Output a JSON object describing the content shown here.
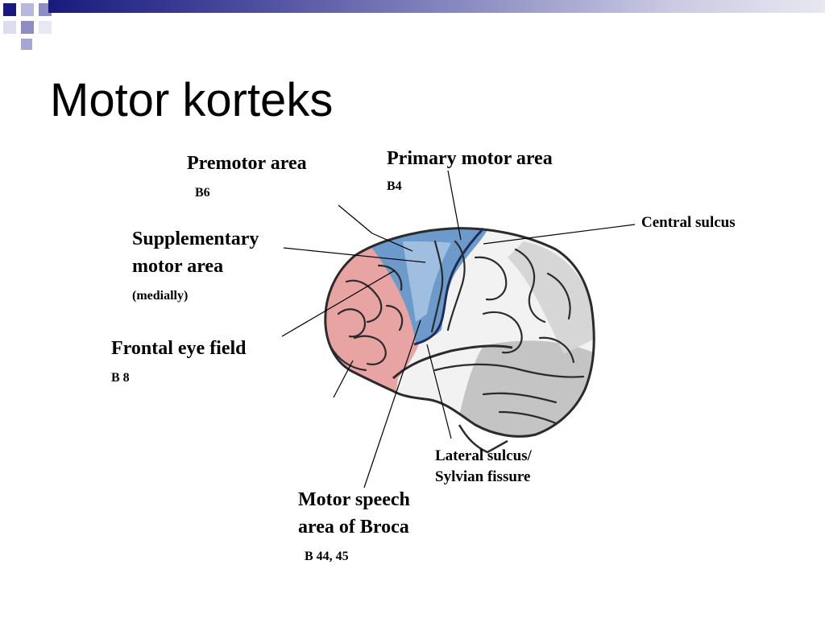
{
  "slide": {
    "title": "Motor korteks",
    "colors": {
      "theme_navy": "#1a1a7e",
      "premotor_area": "#e49a9a",
      "primary_motor_area": "#5c8fc6",
      "brain_gray": "#b9b9b9"
    }
  },
  "labels": {
    "premotor_title": "Premotor area",
    "premotor_code": "B6",
    "primary_title": "Primary motor area",
    "primary_code": "B4",
    "central_sulcus": "Central sulcus",
    "supplementary_line1": "Supplementary",
    "supplementary_line2": "motor area",
    "supplementary_note": "(medially)",
    "frontal_title": "Frontal eye field",
    "frontal_code": "B 8",
    "lateral_line1": "Lateral sulcus/",
    "lateral_line2": "Sylvian fissure",
    "broca_line1": "Motor speech",
    "broca_line2": "area of Broca",
    "broca_code": "B 44, 45"
  }
}
